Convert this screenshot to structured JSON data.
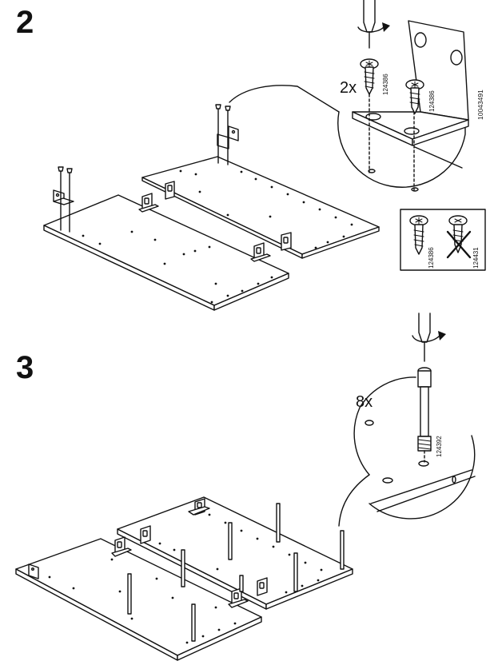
{
  "steps": [
    {
      "number": "2",
      "quantity": "2x",
      "parts": {
        "screw_a": "124386",
        "screw_b": "124386",
        "document_id": "10043491"
      },
      "callout_box": {
        "correct_screw": "124386",
        "wrong_screw": "124431"
      }
    },
    {
      "number": "3",
      "quantity": "8x",
      "parts": {
        "dowel": "124392"
      }
    }
  ],
  "colors": {
    "line": "#111111",
    "panel_fill": "#ffffff",
    "background": "#ffffff"
  },
  "icons": [
    "screwdriver-icon",
    "rotation-arrow-icon",
    "screw-icon",
    "cam-dowel-icon",
    "cross-out-icon",
    "magnifier-callout-icon"
  ]
}
